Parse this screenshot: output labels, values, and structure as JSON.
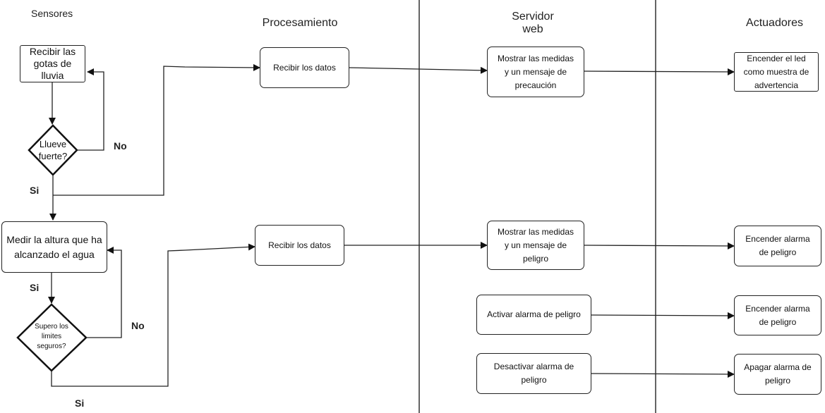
{
  "lanes": {
    "sensores": "Sensores",
    "procesamiento": "Procesamiento",
    "servidor_web": "Servidor\nweb",
    "actuadores": "Actuadores"
  },
  "nodes": {
    "recibir_gotas": "Recibir las\ngotas de\nlluvia",
    "llueve_fuerte": "Llueve\nfuerte?",
    "medir_altura": "Medir la altura que ha\nalcanzado el agua",
    "supero_limites": "Supero los\nlimites\nseguros?",
    "recibir_datos_1": "Recibir los datos",
    "recibir_datos_2": "Recibir los datos",
    "mostrar_medidas_precaucion": "Mostrar las medidas\ny un mensaje de\nprecaución",
    "mostrar_medidas_peligro": "Mostrar las medidas\ny un mensaje de\npeligro",
    "activar_alarma": "Activar alarma de peligro",
    "desactivar_alarma": "Desactivar alarma de\npeligro",
    "encender_led": "Encender el led\ncomo muestra de\nadvertencia",
    "encender_alarma_1": "Encender alarma\nde peligro",
    "encender_alarma_2": "Encender alarma\nde peligro",
    "apagar_alarma": "Apagar alarma de\npeligro"
  },
  "edge_labels": {
    "no_1": "No",
    "si_1": "Si",
    "si_2": "Si",
    "no_2": "No",
    "si_3": "Si"
  }
}
